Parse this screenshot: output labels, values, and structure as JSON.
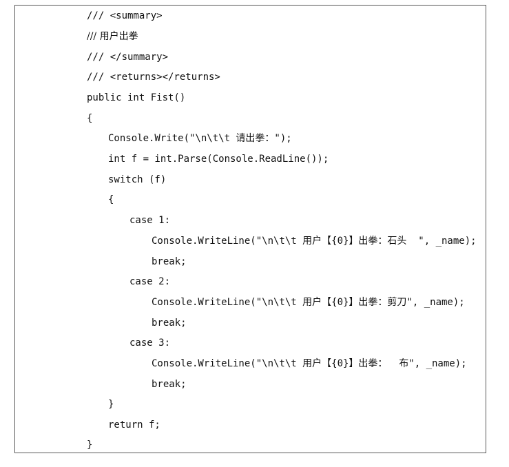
{
  "lines": [
    "/// <summary>",
    "/// 用户出拳",
    "/// </summary>",
    "/// <returns></returns>",
    "public int Fist()",
    "{",
    "Console.Write(\"\\n\\t\\t 请出拳：\");",
    "int f = int.Parse(Console.ReadLine());",
    "switch (f)",
    "{",
    "case 1:",
    "Console.WriteLine(\"\\n\\t\\t 用户【{0}】出拳：石头  \", _name);",
    "break;",
    "case 2:",
    "Console.WriteLine(\"\\n\\t\\t 用户【{0}】出拳：剪刀\", _name);",
    "break;",
    "case 3:",
    "Console.WriteLine(\"\\n\\t\\t 用户【{0}】出拳：  布\", _name);",
    "break;",
    "}",
    "return f;",
    "}"
  ]
}
